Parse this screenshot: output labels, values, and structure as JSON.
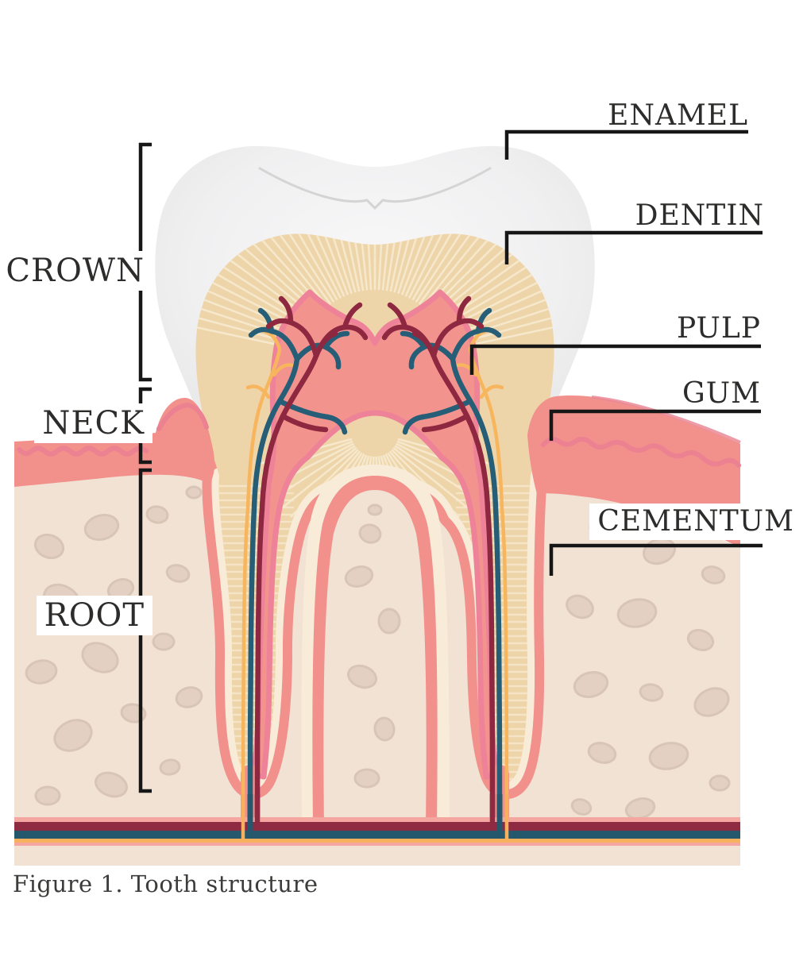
{
  "figure": {
    "caption": "Figure 1. Tooth structure",
    "labels": {
      "enamel": "ENAMEL",
      "dentin": "DENTIN",
      "pulp": "PULP",
      "gum": "GUM",
      "cementum": "CEMENTUM",
      "crown": "CROWN",
      "neck": "NECK",
      "root": "ROOT"
    },
    "colors": {
      "enamel_edge": "#e4e4e5",
      "enamel_center": "#f7f7f8",
      "dentin": "#eed5a9",
      "dentin_striation": "#f6e8cc",
      "pulp": "#f2938e",
      "pulp_outline": "#ee8298",
      "gum": "#f2908c",
      "gum_scallop": "#ec8191",
      "bone": "#f1e2d4",
      "bone_blob": "#e4d0c2",
      "cementum": "#f8ecd9",
      "artery": "#8e2840",
      "vein": "#255e76",
      "nerve": "#f7b55e",
      "band_artery": "#8e2b42",
      "band_vein": "#26586d",
      "band_nerve": "#f6b05e",
      "leader_line": "#161616",
      "label_text": "#2d2c2b"
    }
  }
}
